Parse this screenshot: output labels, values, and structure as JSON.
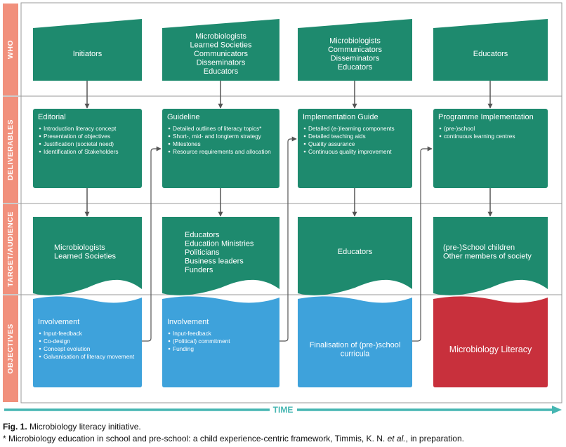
{
  "rows": [
    {
      "id": "who",
      "label": "WHO"
    },
    {
      "id": "deliverables",
      "label": "DELIVERABLES"
    },
    {
      "id": "target",
      "label": "TARGET/AUDIENCE"
    },
    {
      "id": "objectives",
      "label": "OBJECTIVES"
    }
  ],
  "who": [
    {
      "lines": [
        "Initiators"
      ]
    },
    {
      "lines": [
        "Microbiologists",
        "Learned Societies",
        "Communicators",
        "Disseminators",
        "Educators"
      ]
    },
    {
      "lines": [
        "Microbiologists",
        "Communicators",
        "Disseminators",
        "Educators"
      ]
    },
    {
      "lines": [
        "Educators"
      ]
    }
  ],
  "deliverables": [
    {
      "title": "Editorial",
      "items": [
        "Introduction literacy concept",
        "Presentation of objectives",
        "Justification (societal need)",
        "Identification of Stakeholders"
      ]
    },
    {
      "title": "Guideline",
      "items": [
        "Detailed outlines of literacy topics*",
        "Short-, mid- and longterm strategy",
        "Milestones",
        "Resource requirements and allocation"
      ]
    },
    {
      "title": "Implementation Guide",
      "items": [
        "Detailed (e-)learning components",
        "Detailed teaching aids",
        "Quality assurance",
        "Continuous quality improvement"
      ]
    },
    {
      "title": "Programme Implementation",
      "items": [
        "(pre-)school",
        "continuous learning centres"
      ]
    }
  ],
  "targets": [
    {
      "lines": [
        "Microbiologists",
        "Learned Societies"
      ]
    },
    {
      "lines": [
        "Educators",
        "Education Ministries",
        "Politicians",
        "Business leaders",
        "Funders"
      ]
    },
    {
      "lines": [
        "Educators"
      ]
    },
    {
      "lines": [
        "(pre-)School children",
        "Other members of society"
      ]
    }
  ],
  "objectives": [
    {
      "title": "Involvement",
      "items": [
        "Input-feedback",
        "Co-design",
        "Concept evolution",
        "Galvanisation of literacy movement"
      ]
    },
    {
      "title": "Involvement",
      "items": [
        "Input-feedback",
        "(Political) commitment",
        "Funding"
      ]
    },
    {
      "title": "",
      "lines": [
        "Finalisation of (pre-)school",
        "curricula"
      ]
    },
    {
      "title": "",
      "lines": [
        "Microbiology Literacy"
      ]
    }
  ],
  "time_label": "TIME",
  "caption": {
    "fig_label": "Fig. 1.",
    "fig_text": "Microbiology literacy initiative.",
    "note_pre": "* Microbiology education in school and pre-school: a child experience-centric framework, Timmis, K. N. ",
    "note_italic": "et al.",
    "note_post": ", in preparation."
  },
  "colors": {
    "green": "#1e8a6e",
    "blue": "#3ea2db",
    "red": "#c8303c",
    "salmon": "#f1907c",
    "teal": "#45b6b2",
    "grid": "#9a9a9a"
  }
}
